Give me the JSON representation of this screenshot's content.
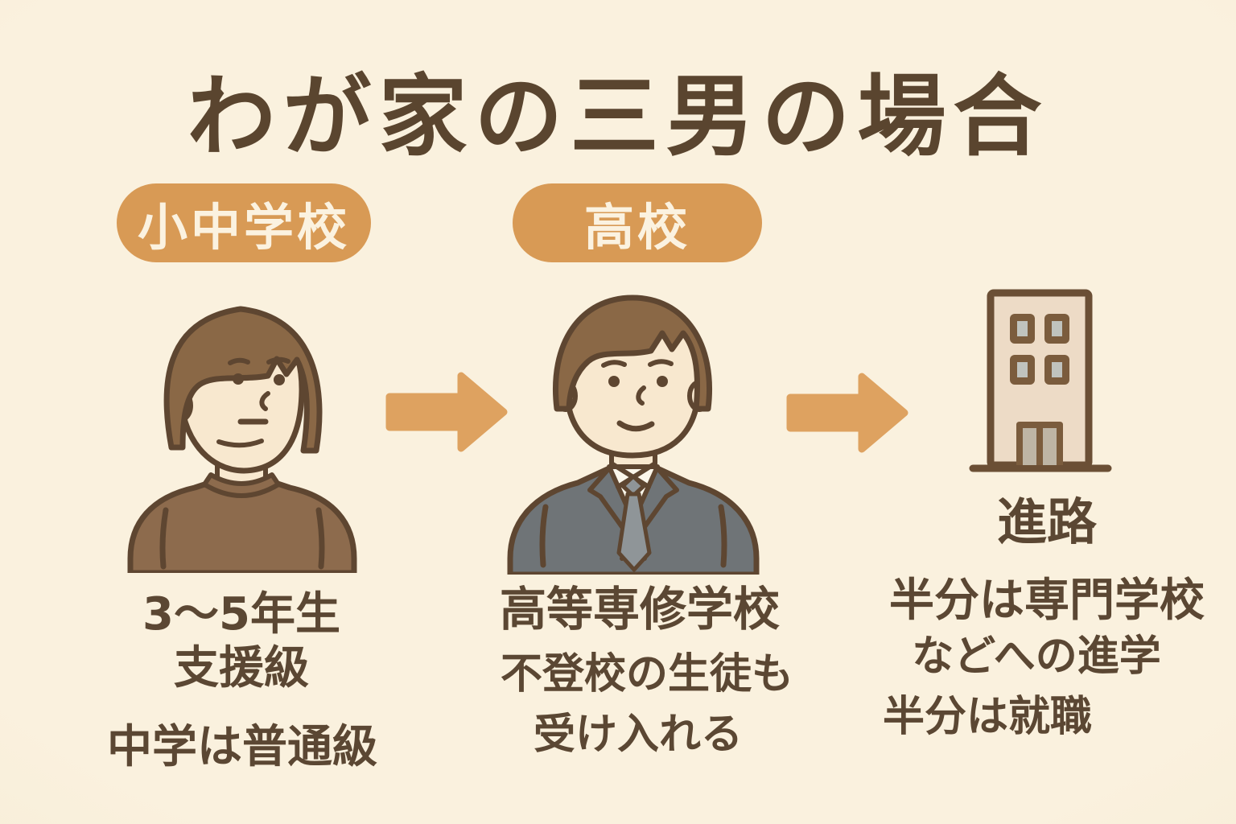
{
  "title": "わが家の三男の場合",
  "stages": [
    {
      "badge": "小中学校",
      "figure": "boy-in-brown-shirt",
      "notes": [
        "3〜5年生",
        "支援級",
        "中学は普通級"
      ]
    },
    {
      "badge": "高校",
      "figure": "young-man-in-suit",
      "notes": [
        "高等専修学校",
        "不登校の生徒も",
        "受け入れる"
      ]
    },
    {
      "label": "進路",
      "figure": "building",
      "notes": [
        "半分は専門学校",
        "などへの進学",
        "半分は就職"
      ]
    }
  ],
  "icons": {
    "arrow": "right-arrow",
    "building": "school-building",
    "stage1_figure": "boy-avatar",
    "stage2_figure": "young-man-suit-avatar"
  },
  "colors": {
    "background": "#f9efdb",
    "text": "#5a452f",
    "badge_fill": "#d89a55",
    "badge_text": "#fbf2e0",
    "arrow": "#dea260",
    "outline": "#5e4631",
    "skin": "#f8e8cf",
    "hair": "#8a6846",
    "sweater": "#8d6b4d",
    "suit": "#6f7477",
    "tie": "#8f9598",
    "building_wall": "#eddbc6",
    "window_pane": "#c0c3be"
  }
}
